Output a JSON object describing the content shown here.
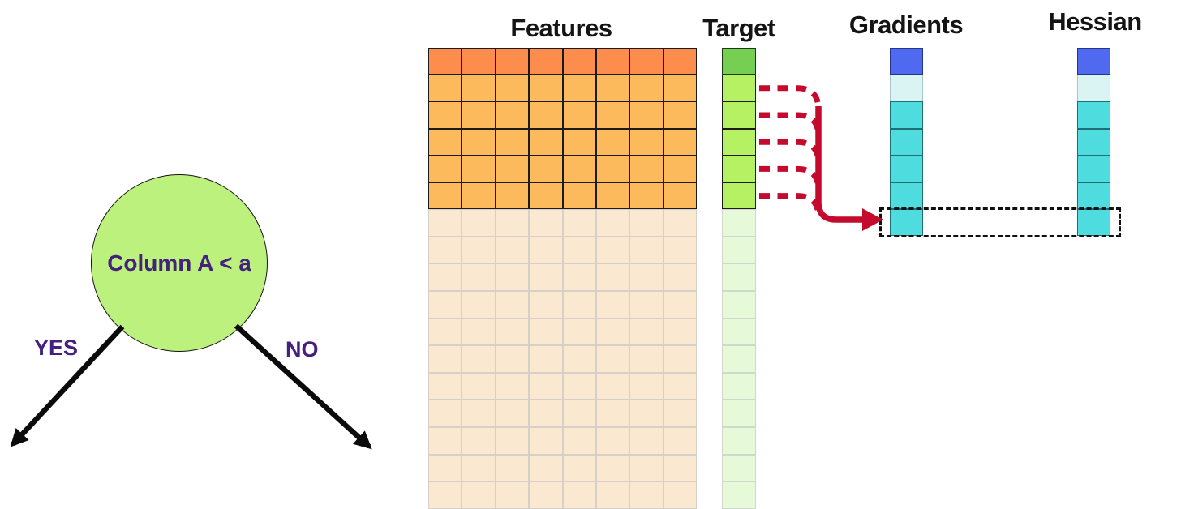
{
  "colors": {
    "red": "#C40B2E",
    "purple": "#44207F",
    "circle_fill": "#BDF17D",
    "features_head": "#FC8D4D",
    "features_body": "#FCBA5D",
    "features_faded": "#FBE8D0",
    "features_border": "#1b1b1b",
    "faded_border": "#d6d0c9",
    "target_head": "#76CE52",
    "target_body": "#B6F163",
    "target_faded": "#E6FADA",
    "target_faded_border": "#d0d8cb",
    "blue": "#4F6AF0",
    "pale_cyan": "#D9F4F3",
    "cyan": "#4EDCDF",
    "blue_border": "#26368e",
    "pale_border": "#a9c4c6",
    "cyan_border": "#1e6f73"
  },
  "tree": {
    "node_label": "Column A < a",
    "yes_label": "YES",
    "no_label": "NO"
  },
  "titles": {
    "features": "Features",
    "target": "Target",
    "gradients": "Gradients",
    "hessian": "Hessian"
  },
  "grids": {
    "features": {
      "columns": 8,
      "bright_rows": 6,
      "faded_rows": 11
    },
    "target": {
      "columns": 1,
      "bright_rows": 6,
      "faded_rows": 11
    },
    "gradients": {
      "cells": [
        "blue",
        "pale",
        "cyan",
        "cyan",
        "cyan",
        "cyan",
        "cyan"
      ]
    },
    "hessian": {
      "cells": [
        "blue",
        "pale",
        "cyan",
        "cyan",
        "cyan",
        "cyan",
        "cyan"
      ]
    }
  },
  "connections": {
    "target_rows_linked": [
      2,
      3,
      4,
      5,
      6
    ],
    "highlighted_histogram_row": 7
  }
}
